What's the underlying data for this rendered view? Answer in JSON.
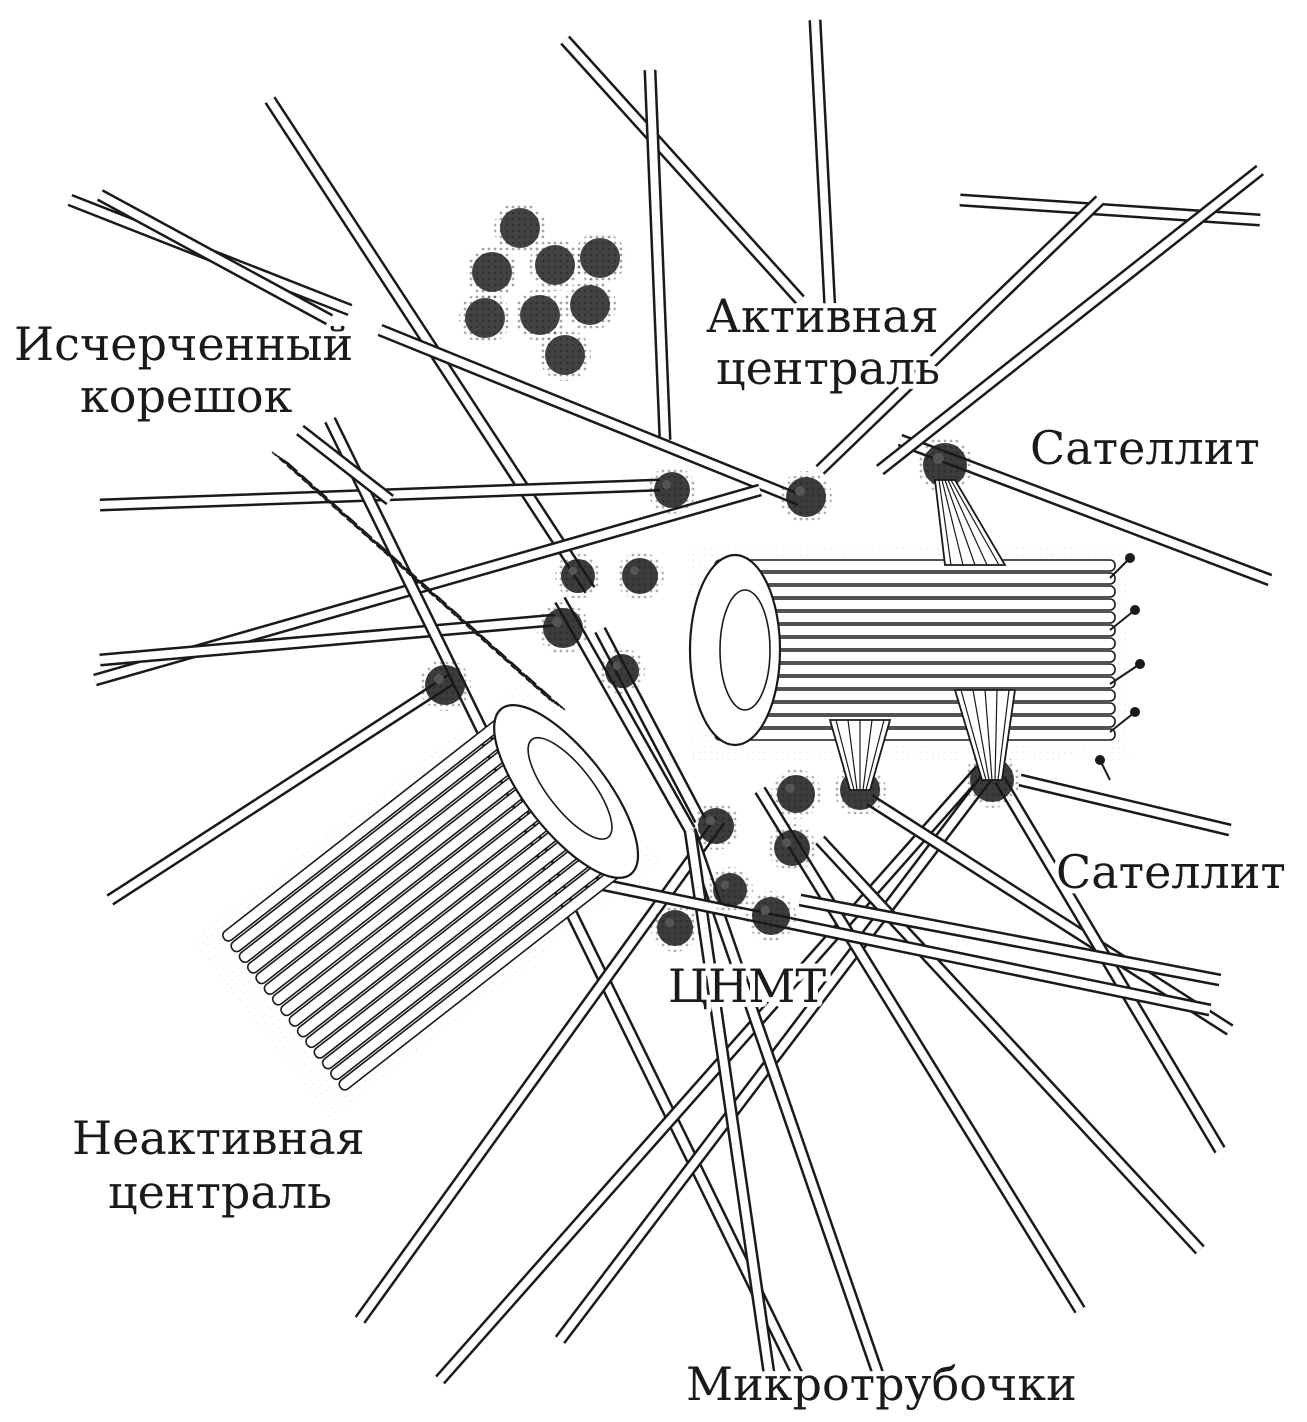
{
  "labels": {
    "striated_rootlet_1": "Исчерченный",
    "striated_rootlet_2": "корешок",
    "active_centriole_1": "Активная",
    "active_centriole_2": "централь",
    "satellite_top": "Сателлит",
    "satellite_bottom": "Сателлит",
    "mtoc": "ЦНМТ",
    "inactive_centriole_1": "Неактивная",
    "inactive_centriole_2": "централь",
    "microtubules": "Микротрубочки"
  },
  "colors": {
    "ink": "#1a1a1a",
    "paper": "#ffffff"
  }
}
